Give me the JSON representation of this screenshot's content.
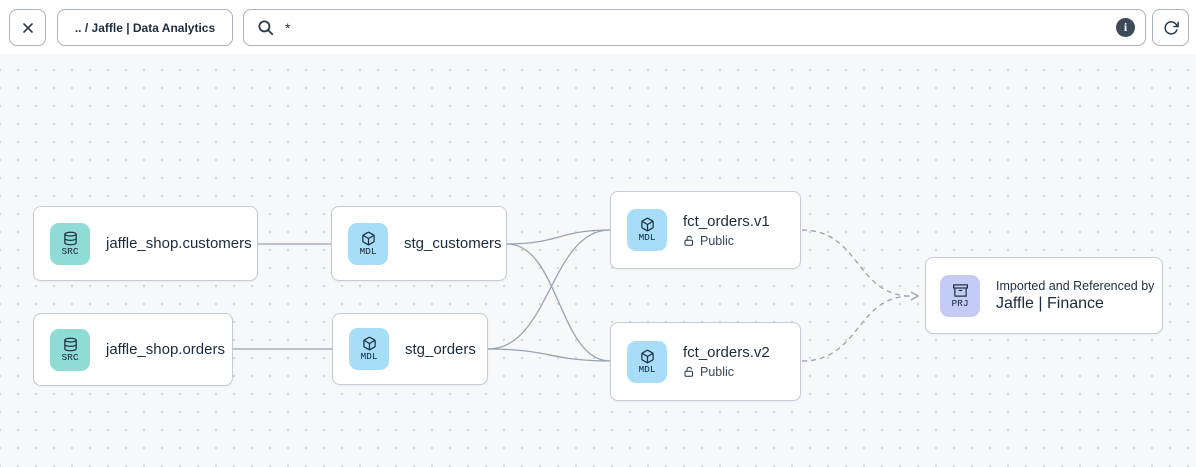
{
  "topbar": {
    "close_icon": "x-icon",
    "breadcrumb": ".. / Jaffle | Data Analytics",
    "search": {
      "icon": "search-icon",
      "value": "*",
      "placeholder": "",
      "info_icon": "info-icon"
    },
    "refresh_icon": "refresh-icon"
  },
  "colors": {
    "canvas_bg": "#f7f8fa",
    "edge": "#9aa3b1",
    "src_badge_bg": "#8edcd3",
    "mdl_badge_bg": "#a8ddf7",
    "prj_badge_bg": "#c4ccf6",
    "text_dark": "#1b2b3b"
  },
  "nodes": [
    {
      "id": "src-customers",
      "badge": "SRC",
      "icon": "database-icon",
      "title": "jaffle_shop.customers"
    },
    {
      "id": "src-orders",
      "badge": "SRC",
      "icon": "database-icon",
      "title": "jaffle_shop.orders"
    },
    {
      "id": "stg-customers",
      "badge": "MDL",
      "icon": "cube-icon",
      "title": "stg_customers"
    },
    {
      "id": "stg-orders",
      "badge": "MDL",
      "icon": "cube-icon",
      "title": "stg_orders"
    },
    {
      "id": "fct-orders-v1",
      "badge": "MDL",
      "icon": "cube-icon",
      "title": "fct_orders.v1",
      "access": "Public"
    },
    {
      "id": "fct-orders-v2",
      "badge": "MDL",
      "icon": "cube-icon",
      "title": "fct_orders.v2",
      "access": "Public"
    },
    {
      "id": "prj-jaffle-finance",
      "badge": "PRJ",
      "icon": "archive-icon",
      "subtitle": "Imported and Referenced by",
      "title": "Jaffle | Finance"
    }
  ],
  "edges": [
    {
      "from": "src-customers",
      "to": "stg-customers",
      "style": "solid"
    },
    {
      "from": "src-orders",
      "to": "stg-orders",
      "style": "solid"
    },
    {
      "from": "stg-customers",
      "to": "fct-orders-v1",
      "style": "solid"
    },
    {
      "from": "stg-customers",
      "to": "fct-orders-v2",
      "style": "solid"
    },
    {
      "from": "stg-orders",
      "to": "fct-orders-v1",
      "style": "solid"
    },
    {
      "from": "stg-orders",
      "to": "fct-orders-v2",
      "style": "solid"
    },
    {
      "from": "fct-orders-v1",
      "to": "prj-jaffle-finance",
      "style": "dashed"
    },
    {
      "from": "fct-orders-v2",
      "to": "prj-jaffle-finance",
      "style": "dashed"
    }
  ]
}
